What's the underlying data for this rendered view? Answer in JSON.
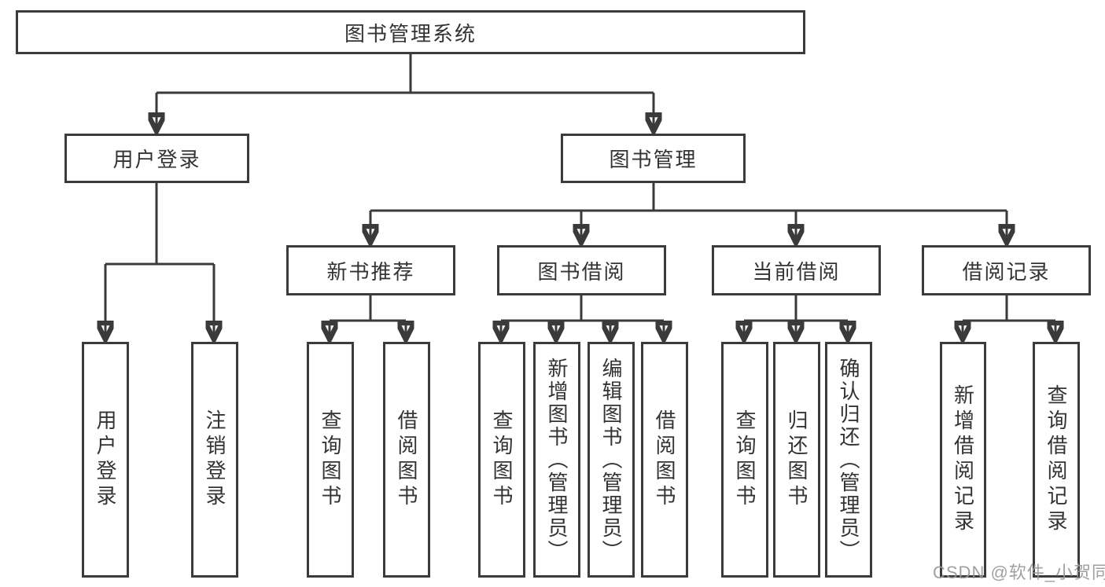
{
  "nodes": {
    "root": "图书管理系统",
    "user_login": "用户登录",
    "book_management": "图书管理",
    "new_book_recommend": "新书推荐",
    "book_borrow": "图书借阅",
    "current_borrow": "当前借阅",
    "borrow_records": "借阅记录",
    "leaves": {
      "user_login": "用户登录",
      "logout": "注销登录",
      "recommend_query_books": "查询图书",
      "recommend_borrow_books": "借阅图书",
      "borrow_query_books": "查询图书",
      "borrow_add_book_admin": "新增图书（管理员）",
      "borrow_edit_book_admin": "编辑图书（管理员）",
      "borrow_borrow_books": "借阅图书",
      "current_query_books": "查询图书",
      "current_return_book": "归还图书",
      "current_confirm_return_admin": "确认归还（管理员）",
      "records_add_record": "新增借阅记录",
      "records_query_record": "查询借阅记录"
    }
  },
  "hierarchy": {
    "图书管理系统": {
      "用户登录": [
        "用户登录",
        "注销登录"
      ],
      "图书管理": {
        "新书推荐": [
          "查询图书",
          "借阅图书"
        ],
        "图书借阅": [
          "查询图书",
          "新增图书（管理员）",
          "编辑图书（管理员）",
          "借阅图书"
        ],
        "当前借阅": [
          "查询图书",
          "归还图书",
          "确认归还（管理员）"
        ],
        "借阅记录": [
          "新增借阅记录",
          "查询借阅记录"
        ]
      }
    }
  },
  "watermark": "CSDN @软件_小贺同学",
  "colors": {
    "line": "#3a3a3a",
    "node_border": "#3b3b3b",
    "node_background": "#ffffff",
    "text": "#333333",
    "watermark": "#989898",
    "background": "#ffffff"
  }
}
